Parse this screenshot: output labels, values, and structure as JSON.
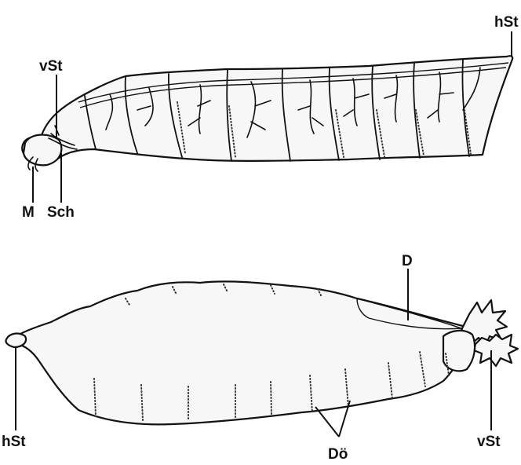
{
  "figure": {
    "top": {
      "labels": {
        "hSt": "hSt",
        "vSt": "vSt",
        "M": "M",
        "Sch": "Sch"
      }
    },
    "bottom": {
      "labels": {
        "D": "D",
        "hSt": "hSt",
        "vSt": "vSt",
        "Do": "Dö"
      }
    }
  }
}
